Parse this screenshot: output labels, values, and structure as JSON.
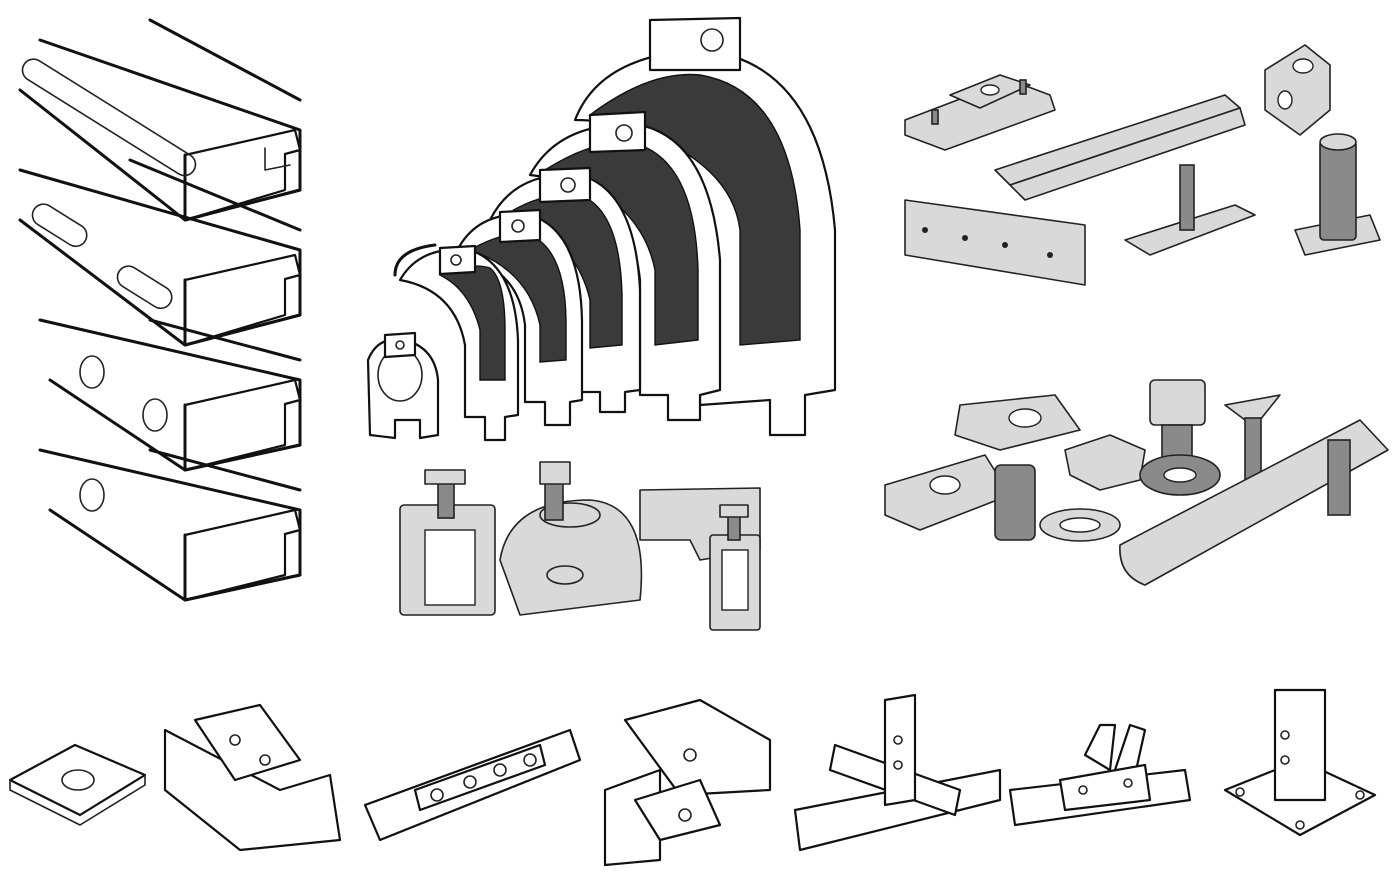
{
  "image": {
    "background": "#ffffff",
    "ink": "#111111",
    "metal_light": "#d9d9d9",
    "metal_dark": "#8a8a8a",
    "rubber_lining": "#3a3a3a"
  },
  "groups": [
    {
      "name": "channel-profiles",
      "items": [
        "long-slot-channel",
        "short-slot-channel",
        "round-hole-channel-a",
        "round-hole-channel-b"
      ]
    },
    {
      "name": "cushioned-pipe-clamps",
      "count": 6
    },
    {
      "name": "beam-clamps",
      "count": 3
    },
    {
      "name": "channel-accessories",
      "items": [
        "plate-nut",
        "channel-rail",
        "angle-bracket",
        "splice-plate",
        "t-bolt",
        "threaded-socket"
      ]
    },
    {
      "name": "nuts-and-bolts",
      "items": [
        "channel-nut",
        "channel-nut-spring",
        "hex-nut",
        "hex-bolt",
        "countersunk-screw",
        "washer",
        "threaded-rod"
      ]
    },
    {
      "name": "channel-fittings",
      "items": [
        "square-washer",
        "flat-splice",
        "four-hole-plate",
        "angle-fitting",
        "cross-fitting",
        "brace-fitting",
        "post-base"
      ]
    }
  ]
}
